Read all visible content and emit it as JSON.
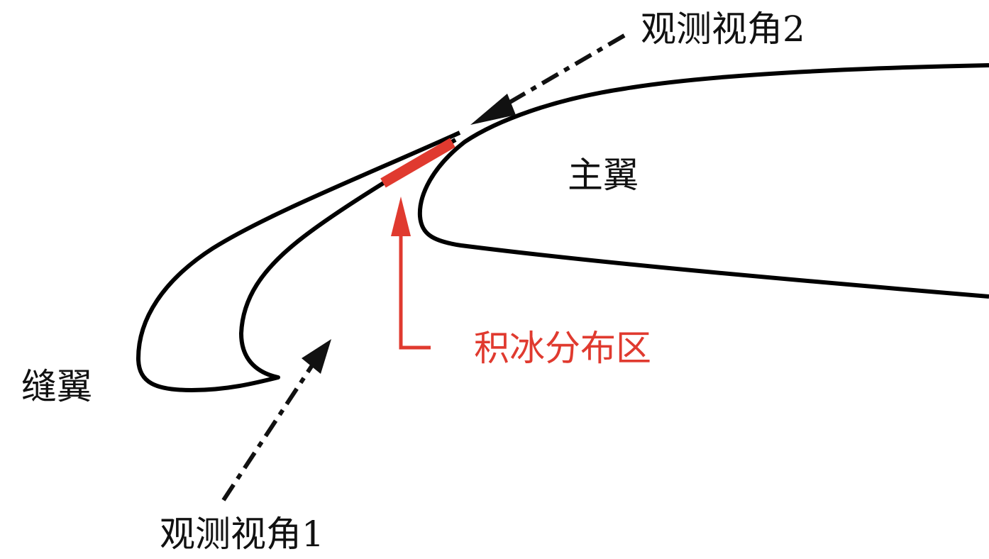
{
  "labels": {
    "view2": "观测视角2",
    "main_wing": "主翼",
    "slat": "缝翼",
    "ice_region": "积冰分布区",
    "view1": "观测视角1"
  },
  "colors": {
    "outline": "#000000",
    "ice": "#e03a2f"
  }
}
